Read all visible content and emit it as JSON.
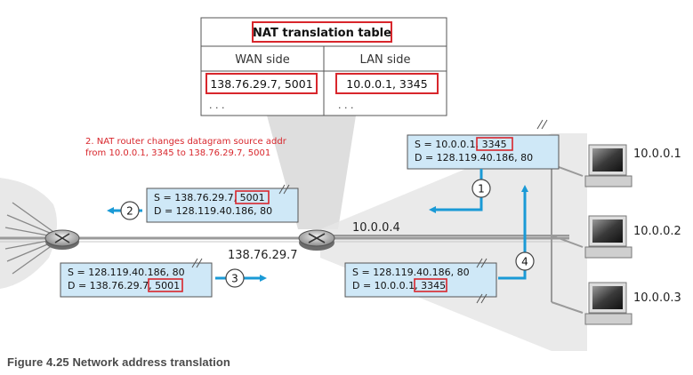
{
  "nat_table": {
    "title": "NAT translation table",
    "wan_header": "WAN side",
    "lan_header": "LAN side",
    "wan_entry": "138.76.29.7, 5001",
    "lan_entry": "10.0.0.1, 3345",
    "ellipsis": ". . ."
  },
  "annotation": {
    "line1": "2. NAT router changes datagram source addr",
    "line2": "from 10.0.0.1, 3345 to 138.76.29.7, 5001"
  },
  "datagrams": {
    "d1": {
      "src_prefix": "S = 10.0.0.1, ",
      "src_port": "3345",
      "dst": "D = 128.119.40.186, 80"
    },
    "d2": {
      "src_prefix": "S = 138.76.29.7, ",
      "src_port": "5001",
      "dst": "D = 128.119.40.186, 80"
    },
    "d3": {
      "src": "S = 128.119.40.186, 80",
      "dst_prefix": "D = 138.76.29.7, ",
      "dst_port": "5001"
    },
    "d4": {
      "src": "S = 128.119.40.186, 80",
      "dst_prefix": "D = 10.0.0.1, ",
      "dst_port": "3345"
    }
  },
  "steps": {
    "s1": "1",
    "s2": "2",
    "s3": "3",
    "s4": "4"
  },
  "addresses": {
    "router_wan": "138.76.29.7",
    "router_lan": "10.0.0.4",
    "host1": "10.0.0.1",
    "host2": "10.0.0.2",
    "host3": "10.0.0.3"
  },
  "colors": {
    "accent": "#1a9ad6",
    "highlight": "#d8262c",
    "box_fill": "#cfe8f7",
    "annotation": "#d8262c"
  },
  "caption": "Figure 4.25 Network address translation"
}
